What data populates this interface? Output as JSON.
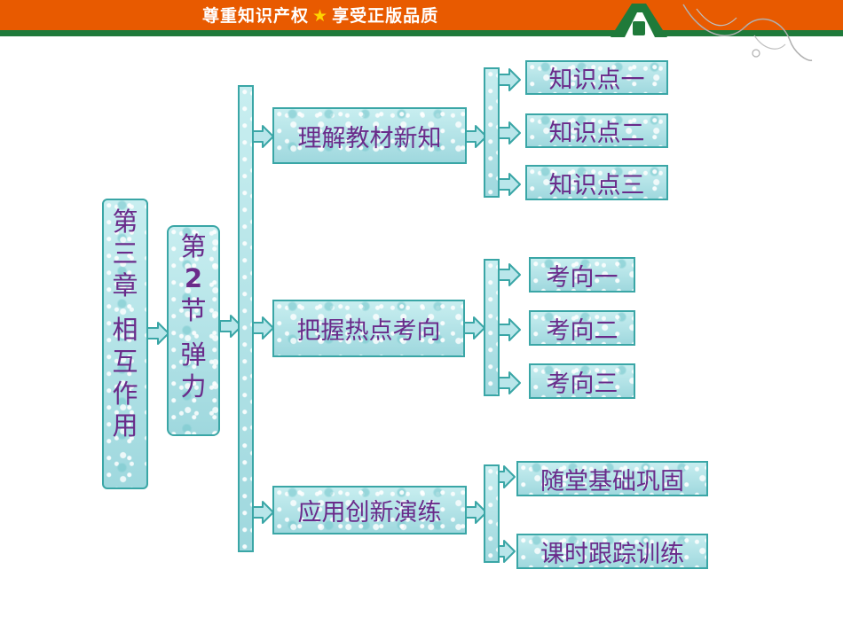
{
  "header": {
    "slogan_left": "尊重知识产权",
    "slogan_star": "★",
    "slogan_right": "享受正版品质",
    "logo": "green-a-logo-icon"
  },
  "chapter": {
    "lines": [
      "第",
      "三",
      "章",
      "",
      "相",
      "互",
      "作",
      "用"
    ]
  },
  "section": {
    "lines": [
      "第",
      "2",
      "节",
      "",
      "弹",
      "力"
    ]
  },
  "branches": [
    {
      "label": "理解教材新知",
      "children": [
        "知识点一",
        "知识点二",
        "知识点三"
      ]
    },
    {
      "label": "把握热点考向",
      "children": [
        "考向一",
        "考向二",
        "考向三"
      ]
    },
    {
      "label": "应用创新演练",
      "children": [
        "随堂基础巩固",
        "课时跟踪训练"
      ]
    }
  ],
  "colors": {
    "banner_orange": "#e85a00",
    "banner_green": "#1f7a3a",
    "box_fill": "#b9e6ea",
    "box_border": "#3aa6a6",
    "text": "#6a2b8a"
  }
}
